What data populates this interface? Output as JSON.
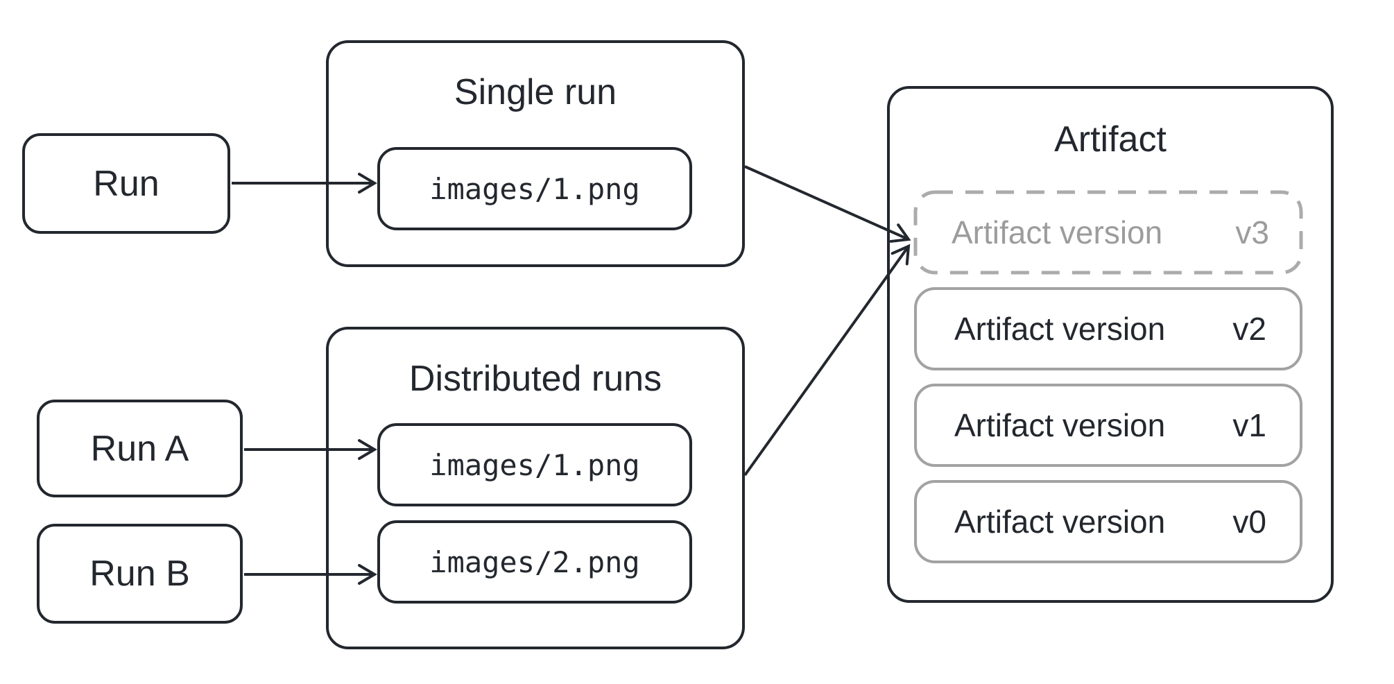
{
  "diagram": {
    "background": "#ffffff",
    "stroke_dark": "#23272e",
    "stroke_gray": "#a2a2a2",
    "text_gray": "#9c9c9c",
    "nodes": {
      "run": {
        "label": "Run"
      },
      "run_a": {
        "label": "Run A"
      },
      "run_b": {
        "label": "Run B"
      }
    },
    "single_run": {
      "title": "Single run",
      "files": [
        "images/1.png"
      ]
    },
    "distributed_runs": {
      "title": "Distributed runs",
      "files": [
        "images/1.png",
        "images/2.png"
      ]
    },
    "artifact": {
      "title": "Artifact",
      "versions": [
        {
          "label": "Artifact version",
          "tag": "v3",
          "style": "dashed"
        },
        {
          "label": "Artifact version",
          "tag": "v2",
          "style": "solid"
        },
        {
          "label": "Artifact version",
          "tag": "v1",
          "style": "solid"
        },
        {
          "label": "Artifact version",
          "tag": "v0",
          "style": "solid"
        }
      ]
    }
  }
}
